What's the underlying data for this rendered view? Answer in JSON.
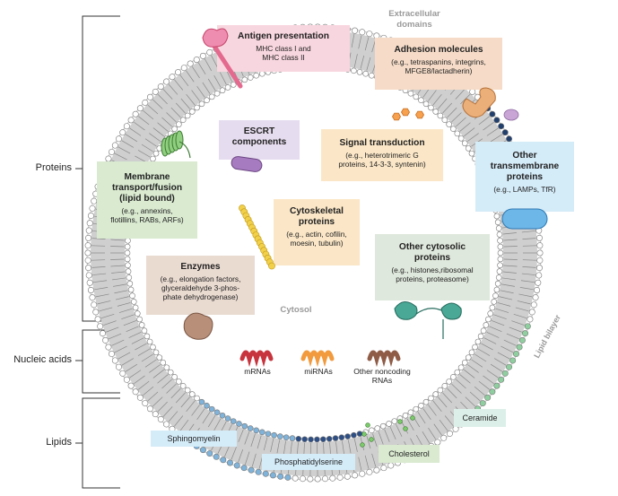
{
  "left_groups": {
    "proteins": "Proteins",
    "nucleic_acids": "Nucleic acids",
    "lipids": "Lipids"
  },
  "regions": {
    "extracellular": "Extracellular\ndomains",
    "cytosol": "Cytosol",
    "lipid_bilayer": "Lipid bilayer"
  },
  "proteins": {
    "antigen": {
      "title": "Antigen presentation",
      "detail": "MHC class I and\nMHC class II"
    },
    "adhesion": {
      "title": "Adhesion molecules",
      "detail": "(e.g., tetraspanins, integrins,\nMFGE8/lactadherin)"
    },
    "escrt": {
      "title": "ESCRT\ncomponents"
    },
    "signal": {
      "title": "Signal transduction",
      "detail": "(e.g., heterotrimeric G\nproteins, 14-3-3, syntenin)"
    },
    "membrane_transport": {
      "title": "Membrane\ntransport/fusion\n(lipid bound)",
      "detail": "(e.g., annexins,\nflotillins, RABs, ARFs)"
    },
    "other_tm": {
      "title": "Other\ntransmembrane\nproteins",
      "detail": "(e.g., LAMPs, TfR)"
    },
    "cytoskeletal": {
      "title": "Cytoskeletal\nproteins",
      "detail": "(e.g., actin, cofilin,\nmoesin, tubulin)"
    },
    "other_cyto": {
      "title": "Other cytosolic\nproteins",
      "detail": "(e.g., histones,ribosomal\nproteins, proteasome)"
    },
    "enzymes": {
      "title": "Enzymes",
      "detail": "(e.g., elongation factors,\nglyceraldehyde 3-phos-\nphate dehydrogenase)"
    }
  },
  "nucleic_acids": {
    "mrna": "mRNAs",
    "mirna": "miRNAs",
    "other_rna": "Other noncoding\nRNAs"
  },
  "lipids": {
    "sphingomyelin": "Sphingomyelin",
    "phosphatidylserine": "Phosphatidylserine",
    "cholesterol": "Cholesterol",
    "ceramide": "Ceramide"
  },
  "colors": {
    "pink": "#f8d6df",
    "peach": "#f6dcc8",
    "lavender": "#e6dcef",
    "green": "#d9ead0",
    "blue": "#d4ebf8",
    "yellow": "#fbe7c7",
    "sage": "#dfe8dc",
    "tan": "#eadbd1",
    "mint": "#dcefe8"
  }
}
